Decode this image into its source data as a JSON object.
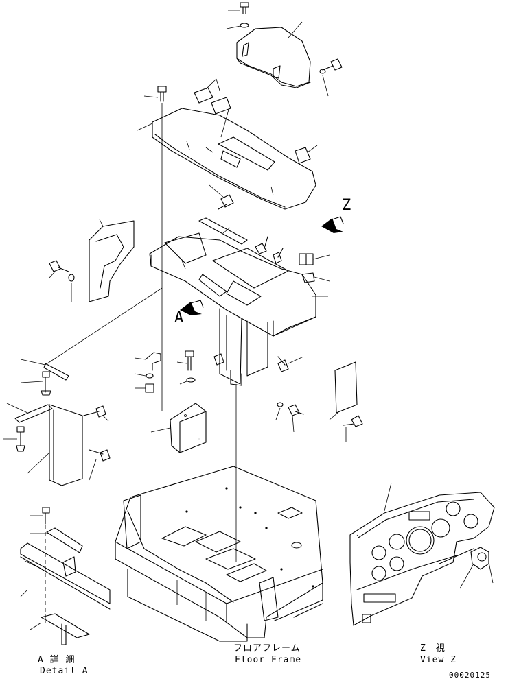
{
  "labels": {
    "letter_z": "Z",
    "letter_a": "A",
    "detail_a_jp": "A 詳 細",
    "detail_a_en": "Detail A",
    "floor_frame_jp": "フロアフレーム",
    "floor_frame_en": "Floor Frame",
    "view_z_jp": "Z　視",
    "view_z_en": "View Z",
    "drawing_number": "00020125"
  }
}
